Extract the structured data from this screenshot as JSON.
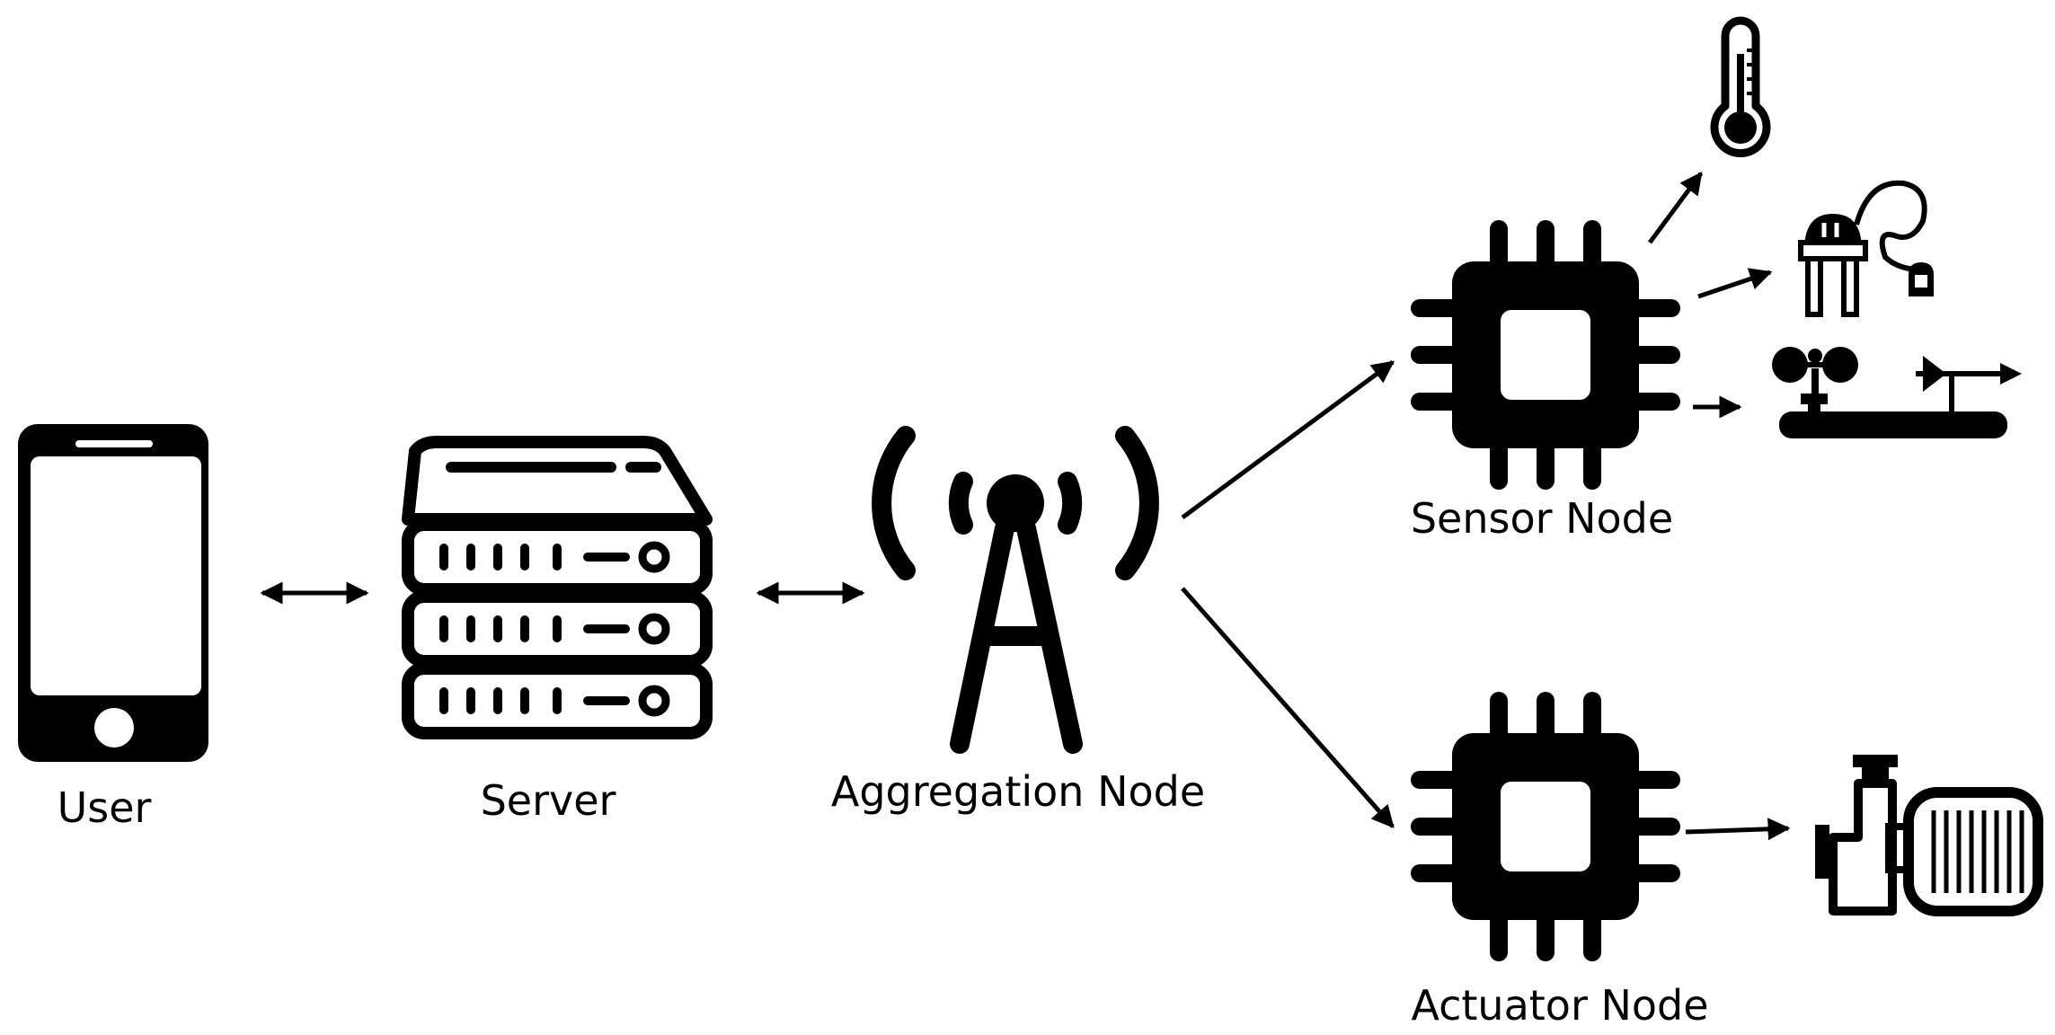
{
  "labels": {
    "user": "User",
    "server": "Server",
    "aggregation": "Aggregation Node",
    "sensor": "Sensor Node",
    "actuator": "Actuator Node"
  },
  "icons": {
    "user": "smartphone-icon",
    "server": "server-rack-icon",
    "aggregation": "radio-tower-icon",
    "sensor": "microchip-icon",
    "actuator": "microchip-icon",
    "thermometer": "thermometer-icon",
    "soil": "soil-moisture-sensor-icon",
    "wind": "anemometer-wind-vane-icon",
    "pump": "water-pump-motor-icon"
  },
  "colors": {
    "ink": "#000000",
    "background": "#ffffff"
  }
}
